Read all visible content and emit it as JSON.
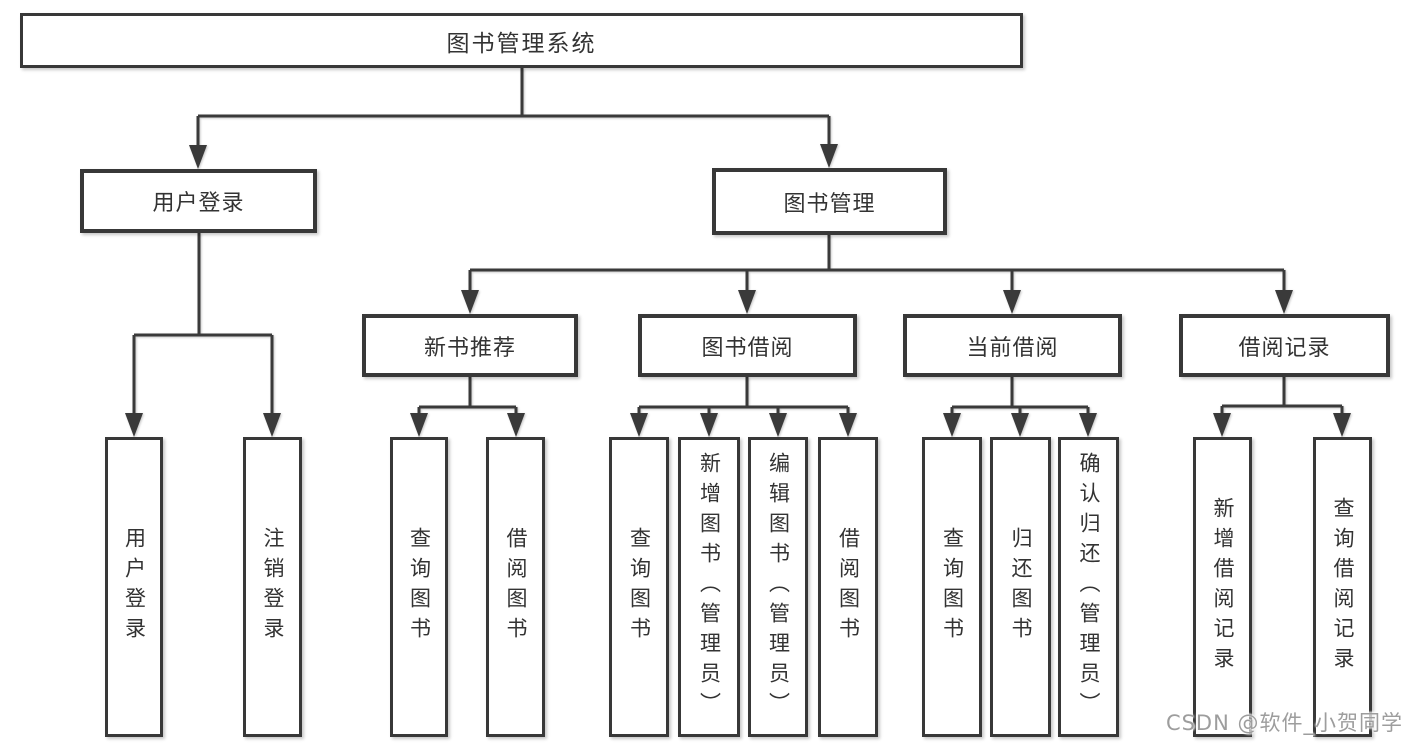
{
  "diagram": {
    "title": "图书管理系统",
    "root": {
      "label": "图书管理系统"
    },
    "branches": [
      {
        "label": "用户登录",
        "children": [
          {
            "label": "用户登录"
          },
          {
            "label": "注销登录"
          }
        ]
      },
      {
        "label": "图书管理",
        "children": [
          {
            "label": "新书推荐",
            "children": [
              {
                "label": "查询图书"
              },
              {
                "label": "借阅图书"
              }
            ]
          },
          {
            "label": "图书借阅",
            "children": [
              {
                "label": "查询图书"
              },
              {
                "label": "新增图书（管理员）"
              },
              {
                "label": "编辑图书（管理员）"
              },
              {
                "label": "借阅图书"
              }
            ]
          },
          {
            "label": "当前借阅",
            "children": [
              {
                "label": "查询图书"
              },
              {
                "label": "归还图书"
              },
              {
                "label": "确认归还（管理员）"
              }
            ]
          },
          {
            "label": "借阅记录",
            "children": [
              {
                "label": "新增借阅记录"
              },
              {
                "label": "查询借阅记录"
              }
            ]
          }
        ]
      }
    ]
  },
  "watermark": {
    "text": "CSDN @软件_小贺同学"
  },
  "colors": {
    "line": "#3a3a3a",
    "text": "#333333",
    "watermark": "#9d9d9d",
    "background": "#ffffff"
  }
}
